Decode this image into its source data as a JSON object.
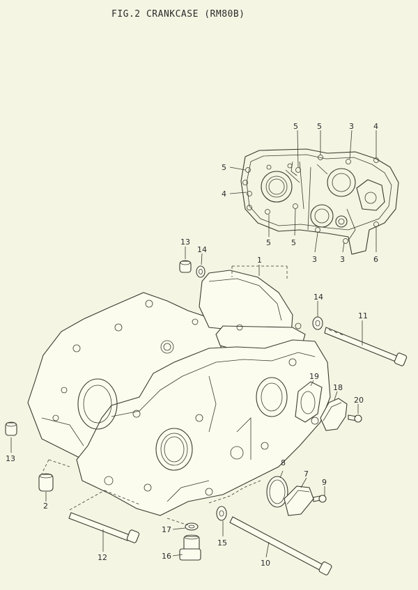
{
  "title": "FIG.2  CRANKCASE (RM80B)",
  "callouts": {
    "c1": "1",
    "c2": "2",
    "c3a": "3",
    "c3b": "3",
    "c3c": "3",
    "c4a": "4",
    "c4b": "4",
    "c5a": "5",
    "c5b": "5",
    "c5c": "5",
    "c5d": "5",
    "c5e": "5",
    "c6": "6",
    "c7": "7",
    "c8": "8",
    "c9": "9",
    "c10": "10",
    "c11": "11",
    "c12": "12",
    "c13a": "13",
    "c13b": "13",
    "c14a": "14",
    "c14b": "14",
    "c15": "15",
    "c16": "16",
    "c17": "17",
    "c18": "18",
    "c19": "19",
    "c20": "20"
  }
}
